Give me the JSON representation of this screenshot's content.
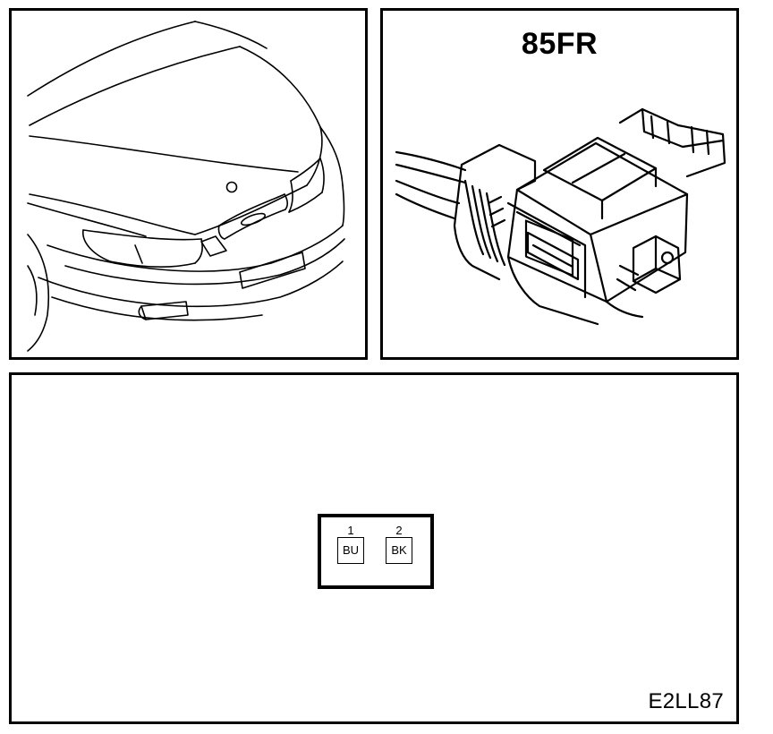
{
  "connector": {
    "code": "85FR"
  },
  "pinout": {
    "pins": [
      {
        "number": "1",
        "color": "BU"
      },
      {
        "number": "2",
        "color": "BK"
      }
    ]
  },
  "figure": {
    "id": "E2LL87"
  }
}
